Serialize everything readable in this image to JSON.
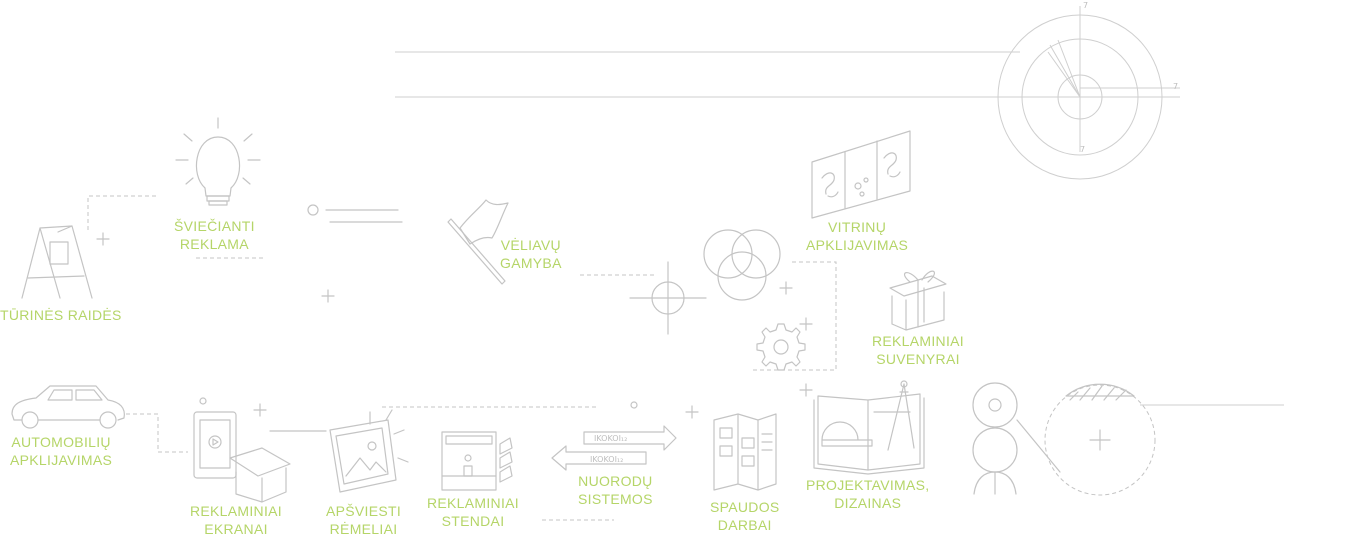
{
  "colors": {
    "label": "#b5d568",
    "line": "#c4c4c4"
  },
  "labels": [
    {
      "id": "turines-raides",
      "lines": [
        "TŪRINĖS RAIDĖS"
      ]
    },
    {
      "id": "svieciant-reklama",
      "lines": [
        "ŠVIEČIANTI",
        "REKLAMA"
      ]
    },
    {
      "id": "veliavu-gamyba",
      "lines": [
        "VĖLIAVŲ",
        "GAMYBA"
      ]
    },
    {
      "id": "vitrinu-apklijavimas",
      "lines": [
        "VITRINŲ",
        "APKLIJAVIMAS"
      ]
    },
    {
      "id": "reklaminiai-suvenyrai",
      "lines": [
        "REKLAMINIAI",
        "SUVENYRAI"
      ]
    },
    {
      "id": "automobiliu-apklijavimas",
      "lines": [
        "AUTOMOBILIŲ",
        "APKLIJAVIMAS"
      ]
    },
    {
      "id": "reklaminiai-ekranai",
      "lines": [
        "REKLAMINIAI",
        "EKRANAI"
      ]
    },
    {
      "id": "apsviesti-remeliai",
      "lines": [
        "APŠVIESTI",
        "RĖMELIAI"
      ]
    },
    {
      "id": "reklaminiai-stendai",
      "lines": [
        "REKLAMINIAI",
        "STENDAI"
      ]
    },
    {
      "id": "nuorodu-sistemos",
      "lines": [
        "NUORODŲ",
        "SISTEMOS"
      ]
    },
    {
      "id": "spaudos-darbai",
      "lines": [
        "SPAUDOS",
        "DARBAI"
      ]
    },
    {
      "id": "projektavimas-dizainas",
      "lines": [
        "PROJEKTAVIMAS,",
        "DIZAINAS"
      ]
    }
  ],
  "sign_text": [
    "IKOKOI₁₂",
    "IKOKOI₁₂"
  ],
  "clock_marks": [
    "7",
    "7",
    "7"
  ],
  "icons": [
    "a-frame-sign-icon",
    "light-bulb-icon",
    "flag-icon",
    "color-circles-icon",
    "crosshair-icon",
    "gear-icon",
    "window-decal-icon",
    "gift-box-icon",
    "car-icon",
    "screen-kiosk-icon",
    "light-frame-icon",
    "stand-icon",
    "direction-arrows-icon",
    "brochure-icon",
    "blueprint-icon",
    "clock-icon",
    "plotter-roll-icon"
  ]
}
